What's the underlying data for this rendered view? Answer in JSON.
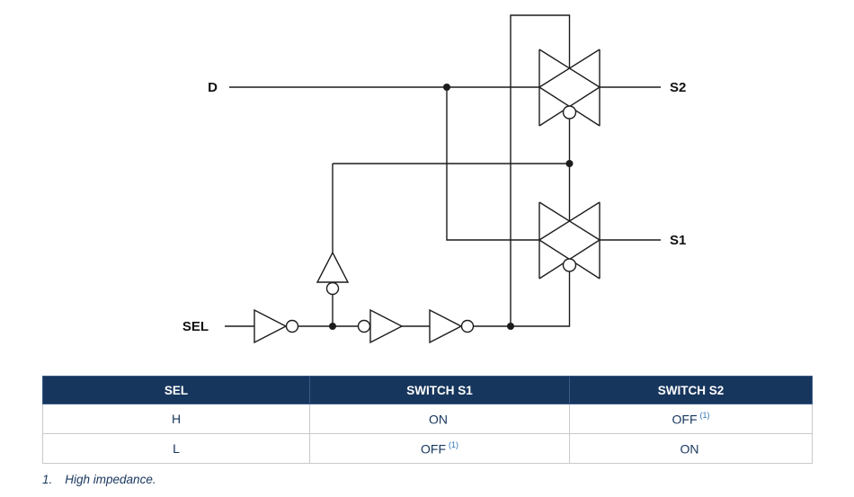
{
  "schematic": {
    "labels": {
      "input_d": "D",
      "output_s2": "S2",
      "output_s1": "S1",
      "input_sel": "SEL"
    },
    "line_color": "#1c1c1c"
  },
  "table": {
    "headers": [
      "SEL",
      "SWITCH S1",
      "SWITCH S2"
    ],
    "rows": [
      {
        "sel": "H",
        "s1": "ON",
        "s1_note": "",
        "s2": "OFF",
        "s2_note": "(1)"
      },
      {
        "sel": "L",
        "s1": "OFF",
        "s1_note": "(1)",
        "s2": "ON",
        "s2_note": ""
      }
    ],
    "header_bg": "#17365D",
    "header_text_color": "#FFFFFF",
    "body_text_color": "#17365D",
    "note_color": "#2E74B5"
  },
  "footnote": {
    "number": "1.",
    "text": "High impedance."
  }
}
